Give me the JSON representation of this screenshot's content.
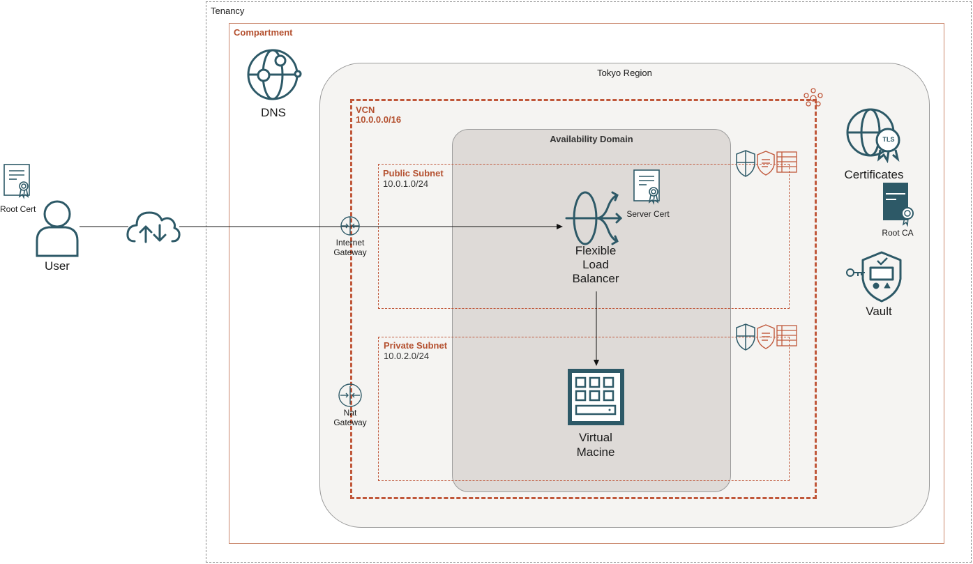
{
  "containers": {
    "tenancy": "Tenancy",
    "compartment": "Compartment",
    "region": "Tokyo Region",
    "vcn_name": "VCN",
    "vcn_cidr": "10.0.0.0/16",
    "availability_domain": "Availability Domain",
    "public_subnet_name": "Public Subnet",
    "public_subnet_cidr": "10.0.1.0/24",
    "private_subnet_name": "Private Subnet",
    "private_subnet_cidr": "10.0.2.0/24"
  },
  "nodes": {
    "root_cert": "Root Cert",
    "user": "User",
    "dns": "DNS",
    "internet_gateway": "Internet\nGateway",
    "nat_gateway": "Nat\nGateway",
    "load_balancer": "Flexible\nLoad\nBalancer",
    "server_cert": "Server Cert",
    "virtual_machine": "Virtual\nMacine",
    "certificates": "Certificates",
    "tls_badge": "TLS",
    "root_ca": "Root CA",
    "vault": "Vault"
  },
  "colors": {
    "oci_teal": "#2d5967",
    "oci_orange": "#c0573a",
    "container_border": "#9a9a9a",
    "region_fill": "#f5f4f2",
    "ad_fill": "#dedad7"
  },
  "icons": [
    "certificate-icon",
    "user-icon",
    "internet-cloud-icon",
    "dns-globe-icon",
    "gateway-icon",
    "load-balancer-icon",
    "compute-icon",
    "tls-globe-icon",
    "server-ca-icon",
    "vault-icon",
    "shield-icon",
    "security-list-icon",
    "route-table-icon",
    "vcn-icon"
  ]
}
